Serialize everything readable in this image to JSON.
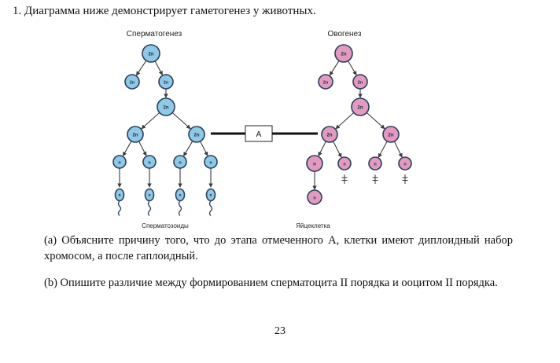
{
  "question": {
    "title": "1. Диаграмма ниже демонстрирует гаметогенез у животных."
  },
  "diagram": {
    "left_title": "Сперматогенез",
    "right_title": "Овогенез",
    "left_caption": "Сперматозоиды",
    "right_caption": "Яйцеклетка",
    "box_label": "A",
    "diploid_label": "2n",
    "haploid_label": "n",
    "sperm_color": "#8fc9e8",
    "egg_color": "#e39ac0",
    "outline_color": "#2a3f5a"
  },
  "parts": {
    "a": "(a) Объясните причину того, что до этапа отмеченного A, клетки имеют диплоидный набор хромосом, а после гаплоидный.",
    "b": "(b) Опишите различие между формированием сперматоцита II порядка и ооцитом II порядка."
  },
  "page": {
    "number": "23"
  }
}
